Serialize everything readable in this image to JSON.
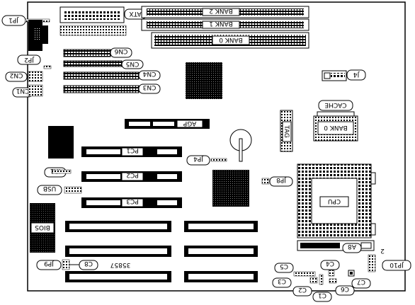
{
  "board": {
    "part_number": "35857",
    "labels": {
      "jp1": "JP1",
      "jp2": "JP2",
      "cn1": "CN1",
      "cn2": "CN2",
      "cn3": "CN3",
      "cn4": "CN4",
      "cn5": "CN5",
      "cn6": "CN6",
      "atx": "ATX",
      "bank0": "BANK 0",
      "bank1": "BANK 1",
      "bank2": "BANK 2",
      "j4": "J4",
      "cache": "CACHE",
      "cache_bank": "BANK 0",
      "tag": "TAG",
      "agp": "AGP",
      "pc1": "PC1",
      "pc2": "PC2",
      "pc3": "PC3",
      "jp4": "JP4",
      "jp8": "JP8",
      "ir1": "IR1",
      "usb": "USB",
      "bios": "BIOS",
      "cpu": "CPU",
      "jp9": "JP9",
      "c8": "C8",
      "a8": "A8",
      "jp10": "JP10",
      "num2": "2",
      "c5": "C5",
      "c4": "C4",
      "c3": "C3",
      "c2": "C2",
      "c1": "C1",
      "c6": "C6",
      "c7": "C7"
    }
  }
}
